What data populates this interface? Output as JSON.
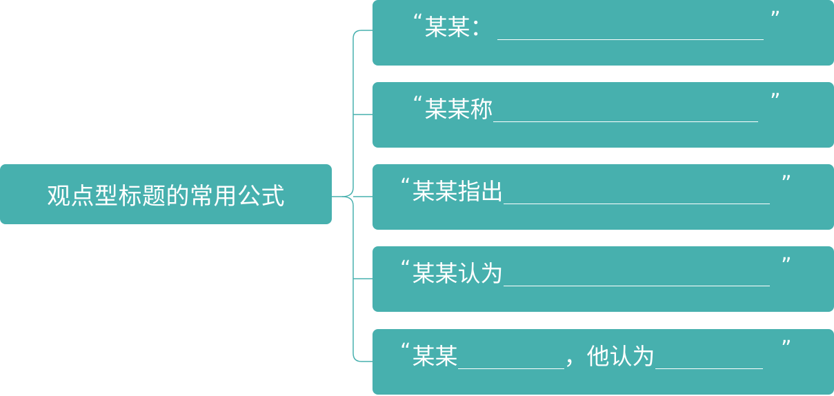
{
  "root": {
    "label": "观点型标题的常用公式"
  },
  "branches": [
    {
      "open_quote": "“",
      "text1": "某某：",
      "text2": "",
      "close_quote": "”"
    },
    {
      "open_quote": "“",
      "text1": "某某称",
      "text2": "",
      "close_quote": "”"
    },
    {
      "open_quote": "“",
      "text1": "某某指出",
      "text2": "",
      "close_quote": "”"
    },
    {
      "open_quote": "“",
      "text1": "某某认为",
      "text2": "",
      "close_quote": "”"
    },
    {
      "open_quote": "“",
      "text1": "某某",
      "text2": "，他认为",
      "close_quote": "”"
    }
  ],
  "colors": {
    "node_fill": "#47b0ae",
    "connector": "#47b0ae",
    "text": "#ffffff"
  }
}
